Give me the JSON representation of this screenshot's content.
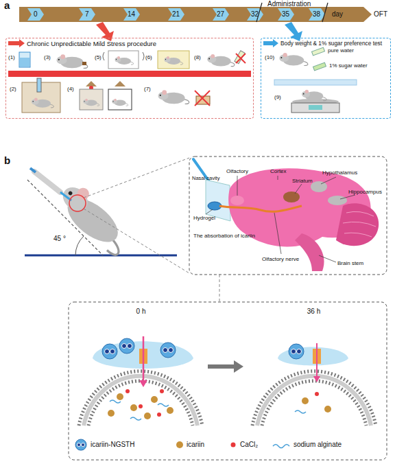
{
  "diagram": {
    "nodes": [
      {
        "text": [
          "Chronic Unpredictable Mild Stress procedure"
        ]
      },
      {
        "text": [
          "Body weight & 1% sugar preference test"
        ]
      },
      {
        "text": [
          "0 h"
        ]
      },
      {
        "text": [
          "36 h"
        ]
      }
    ],
    "edges": [
      {
        "from": 2,
        "to": 3,
        "arrow": "to"
      }
    ],
    "labels": [
      "a",
      "Administration",
      "0",
      "7",
      "14",
      "21",
      "27",
      "32",
      "35",
      "38",
      "day",
      "OFT",
      "(1)",
      "(3)",
      "(5)",
      "(6)",
      "(8)",
      "(2)",
      "(4)",
      "(7)",
      "(10)",
      "pure water",
      "1% sugar water",
      "(9)",
      "b",
      "45 °",
      "Olfactory",
      "Cortex",
      "Hypothalamus",
      "Nasal cavity",
      "Striatum",
      "Hippocampus",
      "Hydrogel",
      "The absorbation of icariin",
      "Olfactory nerve",
      "Brain stem"
    ],
    "legend": [
      {
        "text": "icariin-NGSTH"
      },
      {
        "text": "icariin"
      },
      {
        "text": "CaCl₂"
      },
      {
        "text": "sodium alginate"
      }
    ]
  }
}
